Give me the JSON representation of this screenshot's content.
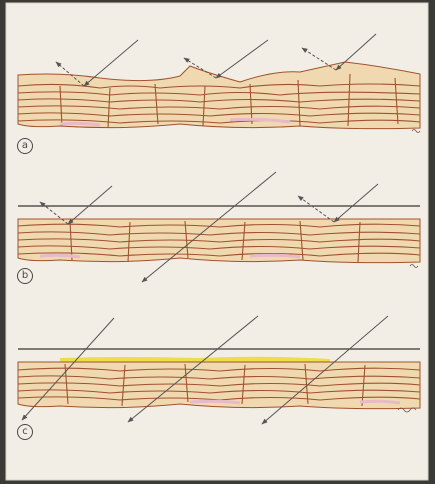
{
  "panels": [
    {
      "id": "a",
      "label": "a"
    },
    {
      "id": "b",
      "label": "b"
    },
    {
      "id": "c",
      "label": "c"
    }
  ],
  "colors": {
    "page": "#f2eee5",
    "cell_fill": "#f0d9b0",
    "cell_outline": "#a0522d",
    "pink_tint": "#e8b9c8",
    "oil_layer": "#ecd93a",
    "arrow": "#555555",
    "film_line": "#3a3530"
  }
}
